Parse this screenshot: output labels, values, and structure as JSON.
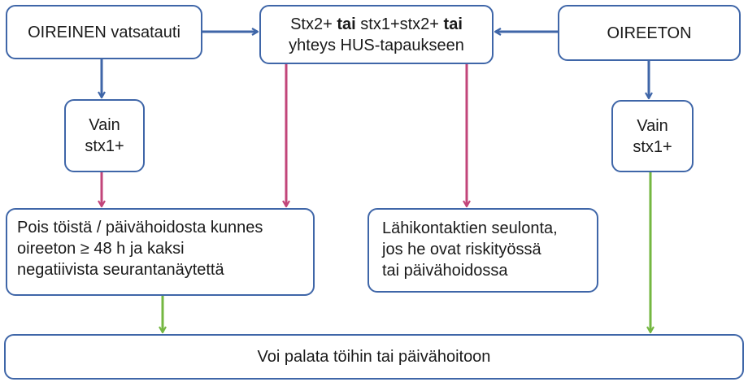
{
  "colors": {
    "box_border": "#3f66a8",
    "arrow_blue": "#3f66a8",
    "arrow_pink": "#c2457a",
    "arrow_green": "#74b741"
  },
  "boxes": {
    "oireinen": "OIREINEN vatsatauti",
    "stx": {
      "line1_a": "Stx2+ ",
      "line1_b": "tai",
      "line1_c": " stx1+stx2+ ",
      "line1_d": "tai",
      "line2": "yhteys HUS-tapaukseen"
    },
    "oireeton": "OIREETON",
    "vain_left": {
      "line1": "Vain",
      "line2": "stx1+"
    },
    "vain_right": {
      "line1": "Vain",
      "line2": "stx1+"
    },
    "pois": {
      "line1": "Pois töistä / päivähoidosta kunnes",
      "line2": "oireeton ≥ 48 h ja kaksi",
      "line3": "negatiivista seurantanäytettä"
    },
    "lahikontaktit": {
      "line1": "Lähikontaktien seulonta,",
      "line2": "jos he ovat riskityössä",
      "line3": "tai päivähoidossa"
    },
    "voi_palata": "Voi palata töihin tai päivähoitoon"
  }
}
